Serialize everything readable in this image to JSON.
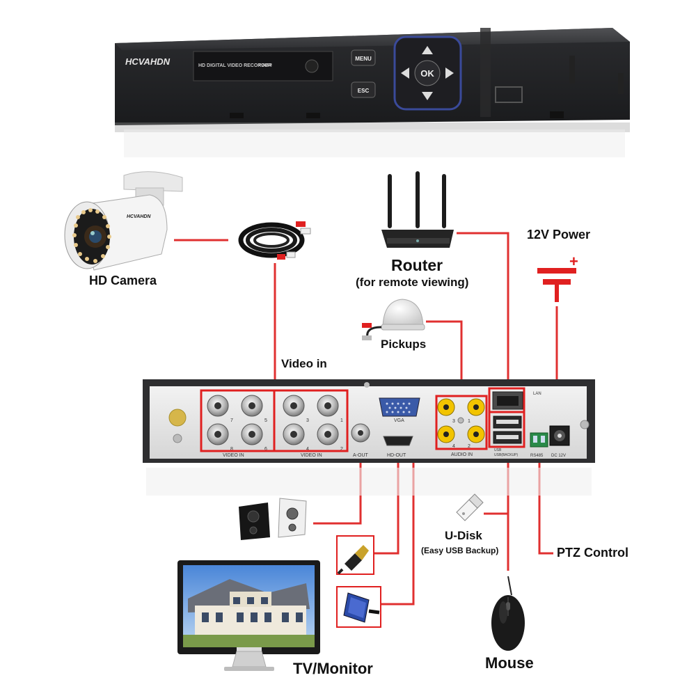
{
  "dvr_front": {
    "brand": "HCVAHDN",
    "display_text": "HD DIGITAL VIDEO RECORDER",
    "power_label": "POWER",
    "menu_label": "MENU",
    "esc_label": "ESC",
    "ok_label": "OK"
  },
  "labels": {
    "camera": "HD Camera",
    "camera_brand": "HCVAHDN",
    "router": "Router",
    "router_sub": "(for remote viewing)",
    "power": "12V Power",
    "power_plus": "+",
    "pickups": "Pickups",
    "video_in": "Video in",
    "udisk": "U-Disk",
    "udisk_sub": "(Easy USB Backup)",
    "ptz": "PTZ Control",
    "tv": "TV/Monitor",
    "mouse": "Mouse"
  },
  "dvr_back": {
    "video_in_label": "VIDEO IN",
    "bnc_group_left": [
      "7",
      "5",
      "8",
      "6"
    ],
    "bnc_group_right": [
      "3",
      "1",
      "4",
      "2"
    ],
    "aout_label": "A-OUT",
    "vga_label": "VGA",
    "hdout_label": "HD-OUT",
    "audio_in_label": "AUDIO IN",
    "audio_numbers": [
      "3",
      "1",
      "4",
      "2"
    ],
    "lan_label": "LAN",
    "usb_label_1": "USB",
    "usb_label_2": "USB(BACKUP)",
    "rs485_label": "RS485",
    "dc_label": "DC 12V"
  },
  "colors": {
    "line": "#e03030",
    "highlight": "#e02020",
    "dvr_body": "#3a3a3c",
    "panel": "#e8e8e8"
  }
}
